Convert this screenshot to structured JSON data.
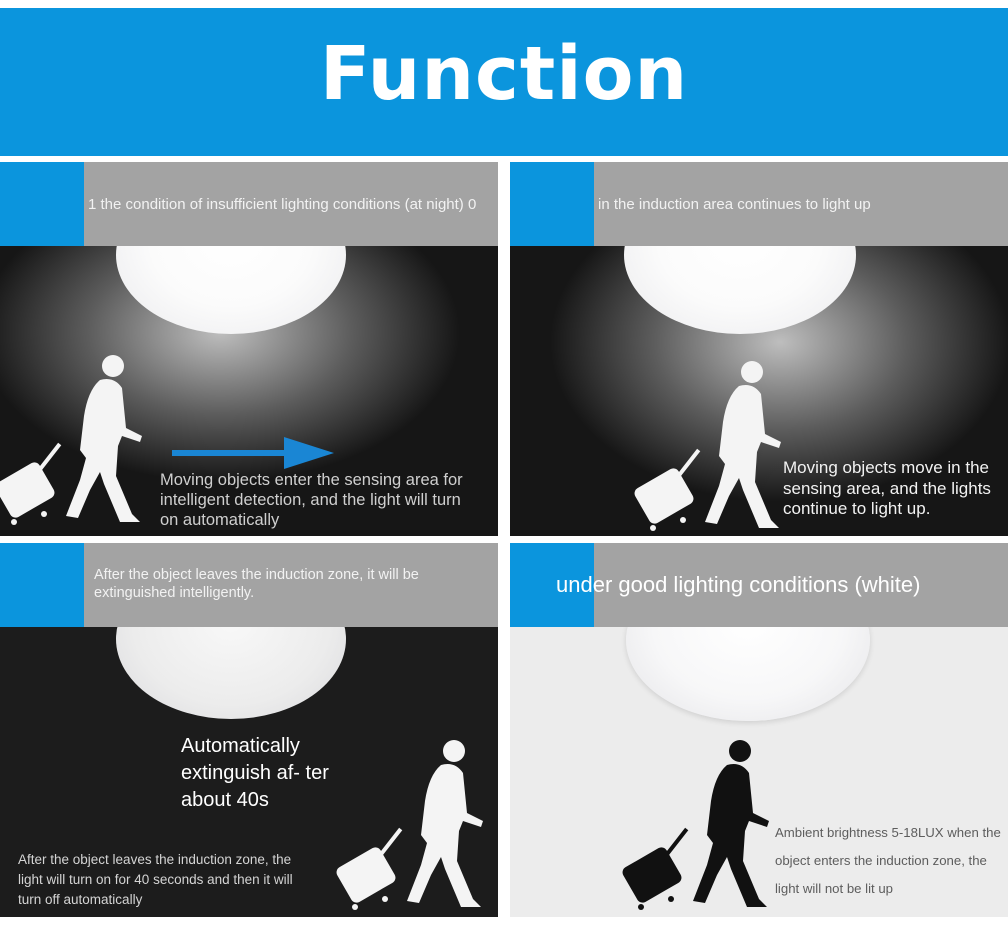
{
  "header": {
    "title": "Function"
  },
  "panels": [
    {
      "caption": "1 the condition of insufficient lighting conditions (at night) 0",
      "text": "Moving objects enter the sensing area for intelligent detection, and the light will turn on automatically"
    },
    {
      "caption": "in the induction area continues to light up",
      "text": "Moving objects move in the sensing area, and the lights continue to light up."
    },
    {
      "caption": "After the object leaves the induction zone, it will be extinguished intelligently.",
      "headline": "Automatically extinguish af- ter about 40s",
      "text": "After the object leaves the induction zone, the light will turn on for 40 seconds and then it will turn off automatically"
    },
    {
      "caption": "under good lighting conditions (white)",
      "text": "Ambient brightness 5-18LUX when the object enters the induction zone, the light will not be lit up"
    }
  ],
  "colors": {
    "accent": "#0b95dd",
    "band": "#a3a3a3",
    "arrow": "#1a86d4"
  },
  "icons": [
    "walking-person-with-luggage-icon",
    "right-arrow-icon",
    "ceiling-lamp-icon"
  ]
}
